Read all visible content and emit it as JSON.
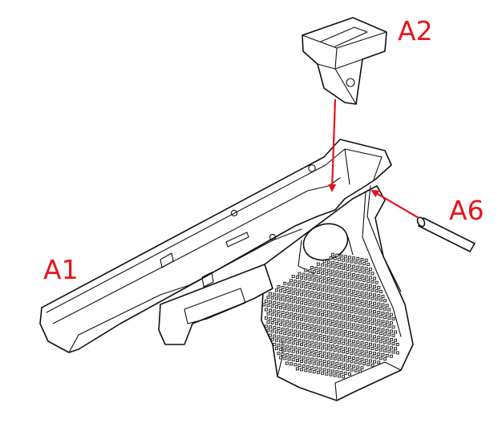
{
  "labels": {
    "a1": "A1",
    "a2": "A2",
    "a6": "A6"
  },
  "colors": {
    "annotation": "#e8141c",
    "line_art": "#111111",
    "background": "#ffffff"
  }
}
